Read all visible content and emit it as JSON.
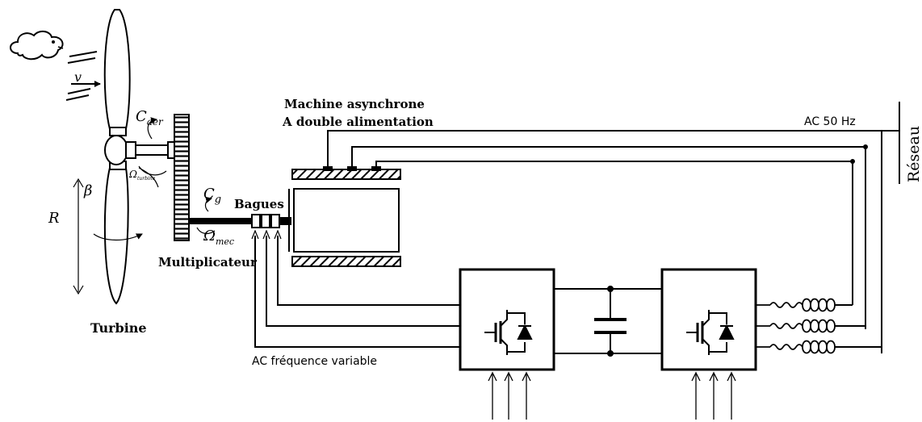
{
  "labels": {
    "v": "v",
    "caer": "C",
    "caer_sub": "aer",
    "omega_turb": "Ω",
    "omega_turb_sub": "turbine",
    "beta": "β",
    "R": "R",
    "cg": "C",
    "cg_sub": "g",
    "omega_mec": "Ω",
    "omega_mec_sub": "mec",
    "bagues": "Bagues",
    "multiplicateur": "Multiplicateur",
    "turbine": "Turbine",
    "machine_line1": "Machine asynchrone",
    "machine_line2": "A double alimentation",
    "ac50": "AC 50 Hz",
    "reseau": "Réseau",
    "ac_var": "AC fréquence variable"
  },
  "icons": {
    "cloud": "cloud-icon",
    "wind": "wind-icon",
    "igbt": "igbt-diode-icon",
    "capacitor": "capacitor-icon",
    "inductor": "inductor-icon",
    "resistor": "resistor-icon"
  },
  "colors": {
    "ink": "#000000",
    "paper": "#ffffff"
  }
}
